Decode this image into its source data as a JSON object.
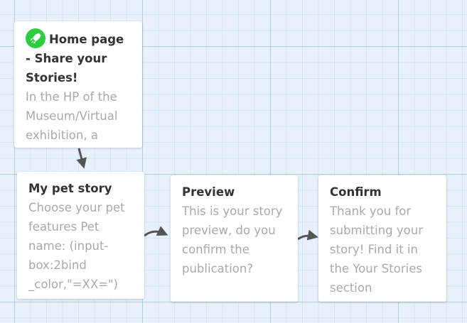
{
  "nodes": {
    "home": {
      "title": "Home page - Share your Stories!",
      "body": "In the HP of the Museum/Virtual exhibition, a",
      "start_icon": "rocket-icon",
      "icon_color": "#2ecc40"
    },
    "my_pet_story": {
      "title": "My pet story",
      "body": "Choose your pet features Pet name: (input-box:2bind _color,\"=XX=\")"
    },
    "preview": {
      "title": "Preview",
      "body": "This is your story preview, do you confirm the publication?"
    },
    "confirm": {
      "title": "Confirm",
      "body": "Thank you for submitting your story! Find it in the Your Stories section"
    }
  },
  "links": [
    {
      "from": "home",
      "to": "my_pet_story"
    },
    {
      "from": "my_pet_story",
      "to": "preview"
    },
    {
      "from": "preview",
      "to": "confirm"
    }
  ],
  "colors": {
    "canvas_background": "#e8f1fb",
    "grid_line": "#8cbee6",
    "arrow": "#555555",
    "title_text": "#333333",
    "body_text": "#a9a9a9"
  }
}
